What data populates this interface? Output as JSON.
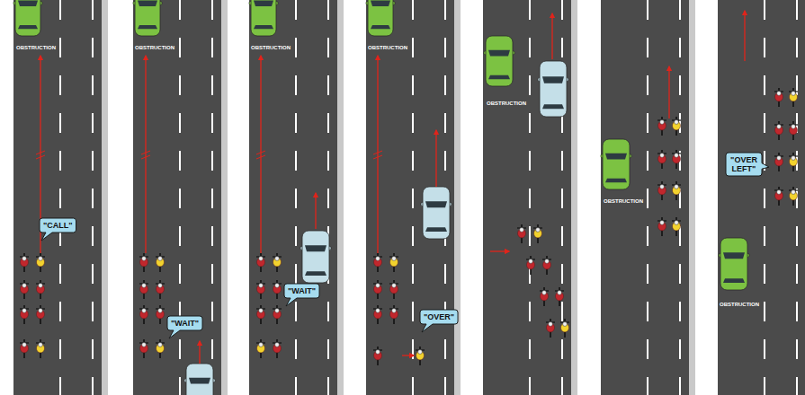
{
  "diagram": {
    "nodes": [
      {
        "text": [
          "\"CALL\""
        ]
      },
      {
        "text": [
          "\"WAIT\""
        ]
      },
      {
        "text": [
          "\"WAIT\""
        ]
      },
      {
        "text": [
          "\"OVER\""
        ]
      },
      {
        "text": [
          "\"OVER LEFT\""
        ]
      }
    ],
    "labels": [
      "OBSTRUCTION",
      "OBSTRUCTION",
      "OBSTRUCTION",
      "OBSTRUCTION",
      "OBSTRUCTION",
      "OBSTRUCTION",
      "OBSTRUCTION"
    ]
  }
}
